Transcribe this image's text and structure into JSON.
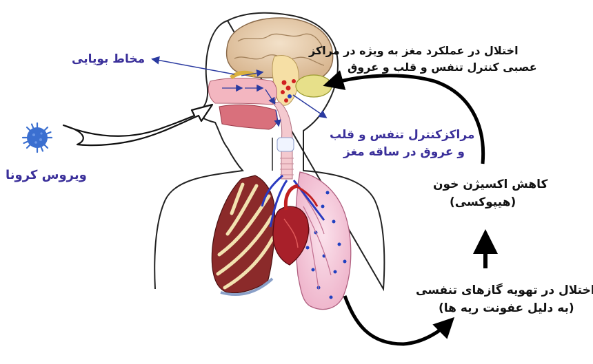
{
  "labels": {
    "mucus": "مخاط بویایی",
    "brain_dysfunction_1": "اختلال در عملکرد مغز به ویژه در مراکز",
    "brain_dysfunction_2": "عصبی کنترل تنفس و قلب و عروق",
    "brainstem_1": "مراکزکنترل تنفس و قلب",
    "brainstem_2": "و عروق در ساقه مغز",
    "virus": "ویروس کرونا",
    "hypoxia_1": "کاهش اکسیژن خون",
    "hypoxia_2": "(هیپوکسی)",
    "ventilation_1": "اختلال در تهویه گازهای تنفسی",
    "ventilation_2": "(به دلیل عفونت ریه ها)"
  },
  "colors": {
    "blue_text": "#3a2f9a",
    "black_text": "#111111",
    "virus": "#3b6fd0",
    "lung": "#f3c3d6",
    "muscle": "#8b2a2a",
    "heart": "#a8202a",
    "brain": "#e4c9a8",
    "airway": "#e8a0a8"
  }
}
